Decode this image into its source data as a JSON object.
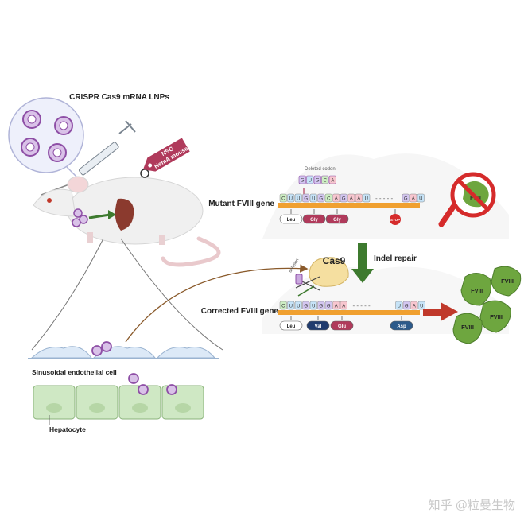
{
  "labels": {
    "lnp": "CRISPR Cas9 mRNA LNPs",
    "tag_line1": "NSG",
    "tag_line2": "HemA mouse",
    "mutant_gene": "Mutant FVIII gene",
    "corrected_gene": "Corrected FVIII gene",
    "indel_repair": "Indel repair",
    "cas9": "Cas9",
    "deletion": "deletion",
    "deleted_codon": "Deleted codon",
    "sinusoidal": "Sinusoidal endothelial cell",
    "hepatocyte": "Hepatocyte",
    "fviii_blocked": "FVIII",
    "fviii": "FVIII",
    "watermark": "知乎 @粒曼生物"
  },
  "mutant": {
    "bases": [
      "C",
      "U",
      "U",
      "G",
      "U",
      "G",
      "C",
      "A",
      "G",
      "A",
      "A",
      "U",
      "G",
      "A",
      "U"
    ],
    "deleted_bases": [
      "G",
      "U",
      "G",
      "C",
      "A"
    ],
    "amino_acids": [
      "Leu",
      "Gly",
      "Gly",
      "STOP"
    ]
  },
  "corrected": {
    "bases": [
      "C",
      "U",
      "U",
      "G",
      "U",
      "G",
      "G",
      "A",
      "A",
      "U",
      "G",
      "A",
      "U"
    ],
    "amino_acids": [
      "Leu",
      "Val",
      "Glu",
      "Asp"
    ]
  },
  "colors": {
    "lnp_purple": "#9b59a6",
    "tag_crimson": "#b03a5b",
    "arrow_green": "#3d7a2e",
    "arrow_red": "#c0392b",
    "fviii_green": "#6ea63f",
    "cell_green": "#cfe8c4",
    "endothelial_blue": "#dce9f7",
    "mrna_orange": "#f0a030",
    "no_sign_red": "#d52b2b"
  }
}
